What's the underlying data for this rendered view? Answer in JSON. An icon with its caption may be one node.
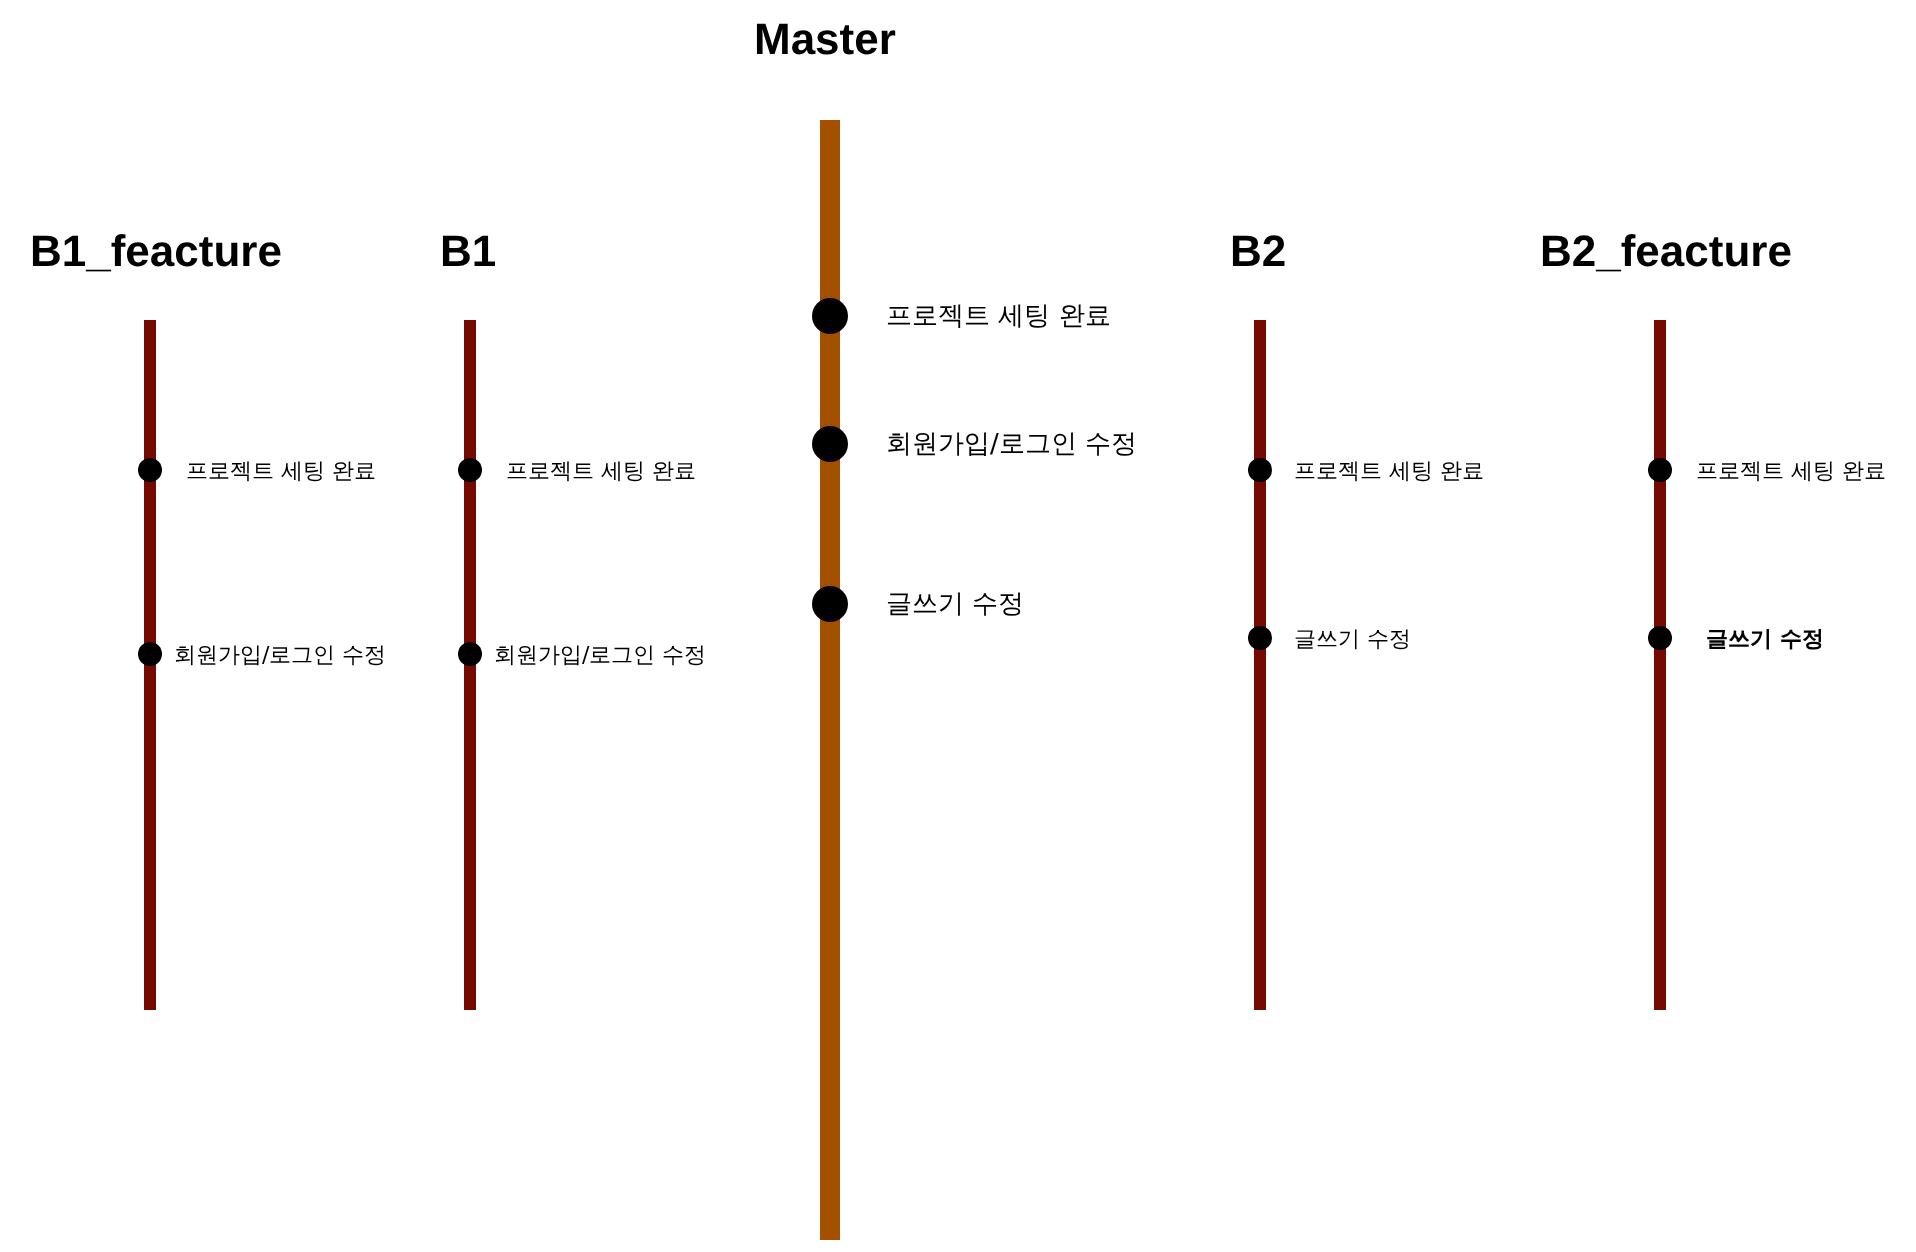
{
  "diagram": {
    "nodes": [
      {
        "text": [
          "B1_feacture"
        ]
      },
      {
        "text": [],
        "shape": "circle",
        "in": 0,
        "beside": [
          "프로젝트 세팅 완료"
        ]
      },
      {
        "text": [],
        "shape": "circle",
        "in": 0,
        "beside": [
          "회원가입/로그인 수정"
        ]
      },
      {
        "text": [
          "B1"
        ]
      },
      {
        "text": [],
        "shape": "circle",
        "in": 3,
        "beside": [
          "프로젝트 세팅 완료"
        ]
      },
      {
        "text": [],
        "shape": "circle",
        "in": 3,
        "beside": [
          "회원가입/로그인 수정"
        ]
      },
      {
        "text": [
          "Master"
        ]
      },
      {
        "text": [],
        "shape": "circle",
        "in": 6,
        "beside": [
          "프로젝트 세팅 완료"
        ]
      },
      {
        "text": [],
        "shape": "circle",
        "in": 6,
        "beside": [
          "회원가입/로그인 수정"
        ]
      },
      {
        "text": [],
        "shape": "circle",
        "in": 6,
        "beside": [
          "글쓰기 수정"
        ]
      },
      {
        "text": [
          "B2"
        ]
      },
      {
        "text": [],
        "shape": "circle",
        "in": 10,
        "beside": [
          "프로젝트 세팅 완료"
        ]
      },
      {
        "text": [],
        "shape": "circle",
        "in": 10,
        "beside": [
          "글쓰기 수정"
        ]
      },
      {
        "text": [
          "B2_feacture"
        ]
      },
      {
        "text": [],
        "shape": "circle",
        "in": 13,
        "beside": [
          "프로젝트 세팅 완료"
        ]
      },
      {
        "text": [],
        "shape": "circle",
        "in": 13,
        "beside": [
          "글쓰기 수정"
        ]
      }
    ]
  }
}
